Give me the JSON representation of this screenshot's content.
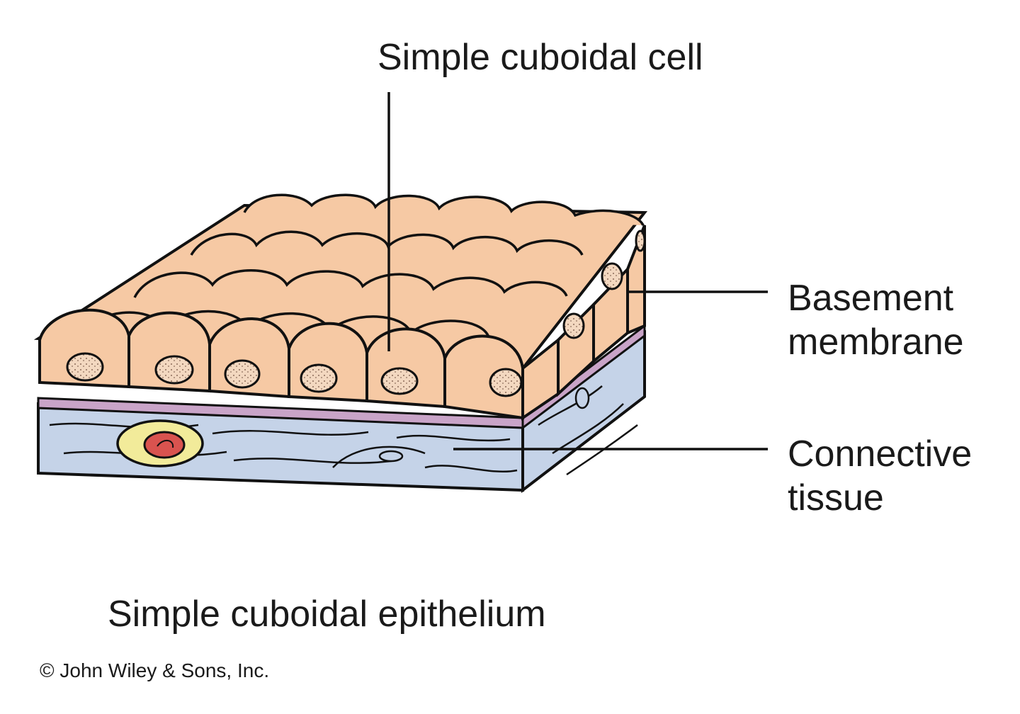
{
  "labels": {
    "cell": "Simple cuboidal cell",
    "basement": [
      "Basement",
      "membrane"
    ],
    "connective": [
      "Connective",
      "tissue"
    ],
    "caption": "Simple cuboidal epithelium",
    "copyright": "© John Wiley & Sons, Inc."
  },
  "colors": {
    "cell_fill": "#f6c9a4",
    "nucleus_fill": "#f3d8c0",
    "basement_membrane": "#c9a4c8",
    "connective_tissue": "#c5d3e8",
    "capillary_outer": "#f2eb9a",
    "capillary_inner": "#d9534f",
    "outline": "#111111"
  }
}
